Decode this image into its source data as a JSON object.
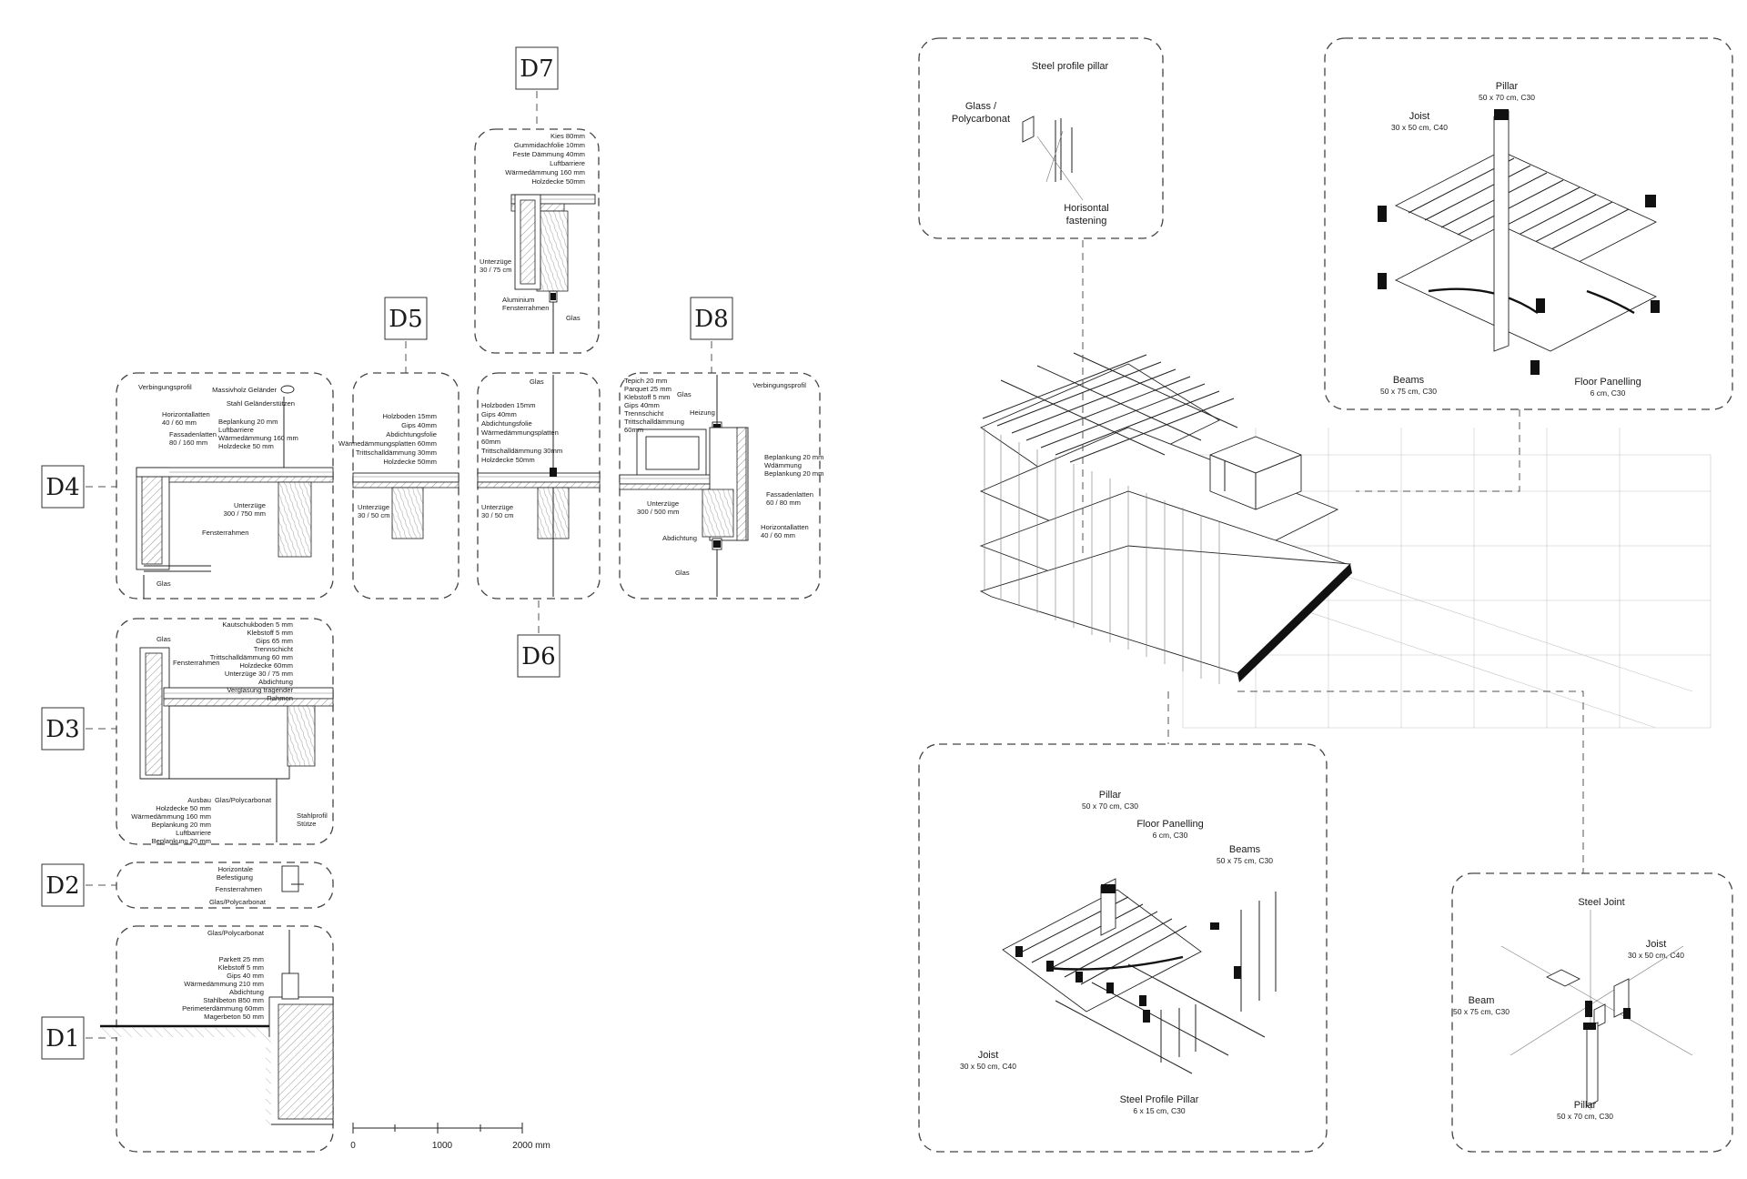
{
  "tags": {
    "d1": "D1",
    "d2": "D2",
    "d3": "D3",
    "d4": "D4",
    "d5": "D5",
    "d6": "D6",
    "d7": "D7",
    "d8": "D8"
  },
  "d7": {
    "layers": [
      "Kies 80mm",
      "Gummidachfolie 10mm",
      "Feste Dämmung 40mm",
      "Luftbarriere",
      "Wärmedämmung 160 mm",
      "Holzdecke 50mm"
    ],
    "unterzuge": [
      "Unterzüge",
      "30 / 75 cm"
    ],
    "rahmen": [
      "Aluminium",
      "Fensterrahmen"
    ],
    "glas": "Glas"
  },
  "d4": {
    "verbindung": "Verbingungsprofil",
    "gelaender": "Massivholz Geländer",
    "stuetzen": "Stahl Geländerstützen",
    "horizontal": [
      "Horizontallatten",
      "40 / 60 mm"
    ],
    "fassade": [
      "Fassadenlatten",
      "80 / 160 mm"
    ],
    "layers": [
      "Beplankung 20 mm",
      "Luftbarriere",
      "Wärmedämmung 160 mm",
      "Holzdecke 50 mm"
    ],
    "unterzuge": [
      "Unterzüge",
      "300 / 750 mm"
    ],
    "rahmen": "Fensterrahmen",
    "glas": "Glas"
  },
  "d5": {
    "layers": [
      "Holzboden 15mm",
      "Gips 40mm",
      "Abdichtungsfolie",
      "Wärmedämmungsplatten 60mm",
      "Trittschalldämmung 30mm",
      "Holzdecke 50mm"
    ],
    "unterzuge": [
      "Unterzüge",
      "30 / 50 cm"
    ]
  },
  "d6": {
    "glas": "Glas",
    "layers": [
      "Holzboden 15mm",
      "Gips 40mm",
      "Abdichtungsfolie",
      "Wärmedämmungsplatten",
      "60mm",
      "Trittschalldämmung 30mm",
      "Holzdecke 50mm"
    ],
    "unterzuge": [
      "Unterzüge",
      "30 / 50 cm"
    ]
  },
  "d8": {
    "layers": [
      "Tepich 20 mm",
      "Parquet 25 mm",
      "Klebstoff 5 mm",
      "Gips 40mm",
      "Trennschicht",
      "Trittschalldämmung",
      "60mm"
    ],
    "glas_top": "Glas",
    "heizung": "Heizung",
    "verbindung": "Verbingungsprofil",
    "outer": [
      "Beplankung 20 mm",
      "Wdämmung",
      "Beplankung 20 mm"
    ],
    "fassade": [
      "Fassadenlatten",
      "60 / 80 mm"
    ],
    "unterzuge": [
      "Unterzüge",
      "300 / 500 mm"
    ],
    "horizontal": [
      "Horizontallatten",
      "40 / 60 mm"
    ],
    "abdichtung": "Abdichtung",
    "glas": "Glas"
  },
  "d3": {
    "layers": [
      "Kautschukboden 5 mm",
      "Klebstoff 5 mm",
      "Gips 65 mm",
      "Trennschicht",
      "Trittschalldämmung 60 mm",
      "Holzdecke 60mm",
      "Unterzüge  30 / 75 mm",
      "Abdichtung",
      "Verglasung tragender",
      "Rahmen"
    ],
    "glas": "Glas",
    "rahmen": "Fensterrahmen",
    "bottom": [
      "Ausbau",
      "Holzdecke 50 mm",
      "Wärmedämmung 160 mm",
      "Beplankung 20 mm",
      "Luftbarriere",
      "Beplankung 20 mm"
    ],
    "glas_poly": "Glas/Polycarbonat",
    "stahl": [
      "Stahlprofil",
      "Stütze"
    ]
  },
  "d2": {
    "befestigung": [
      "Horizontale",
      "Befestigung"
    ],
    "rahmen": "Fensterrahmen",
    "glas_poly": "Glas/Polycarbonat"
  },
  "d1": {
    "glas_poly": "Glas/Polycarbonat",
    "layers": [
      "Parkett 25 mm",
      "Klebstoff 5 mm",
      "Gips 40 mm",
      "Wärmedämmung 210 mm",
      "Abdichtung",
      "Stahlbeton B50 mm",
      "Perimeterdämmung 60mm",
      "Magerbeton 50 mm"
    ]
  },
  "scale": {
    "ticks": [
      "0",
      "1000",
      "2000 mm"
    ]
  },
  "iso": {
    "steel": {
      "title": "Steel profile pillar",
      "glass": [
        "Glass /",
        "Polycarbonat"
      ],
      "fastening": [
        "Horisontal",
        "fastening"
      ]
    },
    "frame": {
      "pillar": [
        "Pillar",
        "50 x 70 cm, C30"
      ],
      "joist": [
        "Joist",
        "30 x 50 cm, C40"
      ],
      "beams": [
        "Beams",
        "50 x 75 cm, C30"
      ],
      "panelling": [
        "Floor Panelling",
        "6 cm, C30"
      ]
    },
    "floor": {
      "pillar": [
        "Pillar",
        "50 x 70 cm, C30"
      ],
      "panelling": [
        "Floor Panelling",
        "6 cm, C30"
      ],
      "beams": [
        "Beams",
        "50 x 75 cm, C30"
      ],
      "joist": [
        "Joist",
        "30 x 50 cm, C40"
      ],
      "steel_pillar": [
        "Steel Profile Pillar",
        "6 x 15 cm, C30"
      ]
    },
    "joint": {
      "steel_joint": "Steel Joint",
      "joist": [
        "Joist",
        "30 x 50 cm, C40"
      ],
      "beam": [
        "Beam",
        "50 x 75 cm, C30"
      ],
      "pillar": [
        "Pillar",
        "50 x 70 cm, C30"
      ]
    }
  },
  "colors": {
    "ink": "#1a1a1a",
    "frame": "#444444",
    "hatch": "#555555"
  }
}
